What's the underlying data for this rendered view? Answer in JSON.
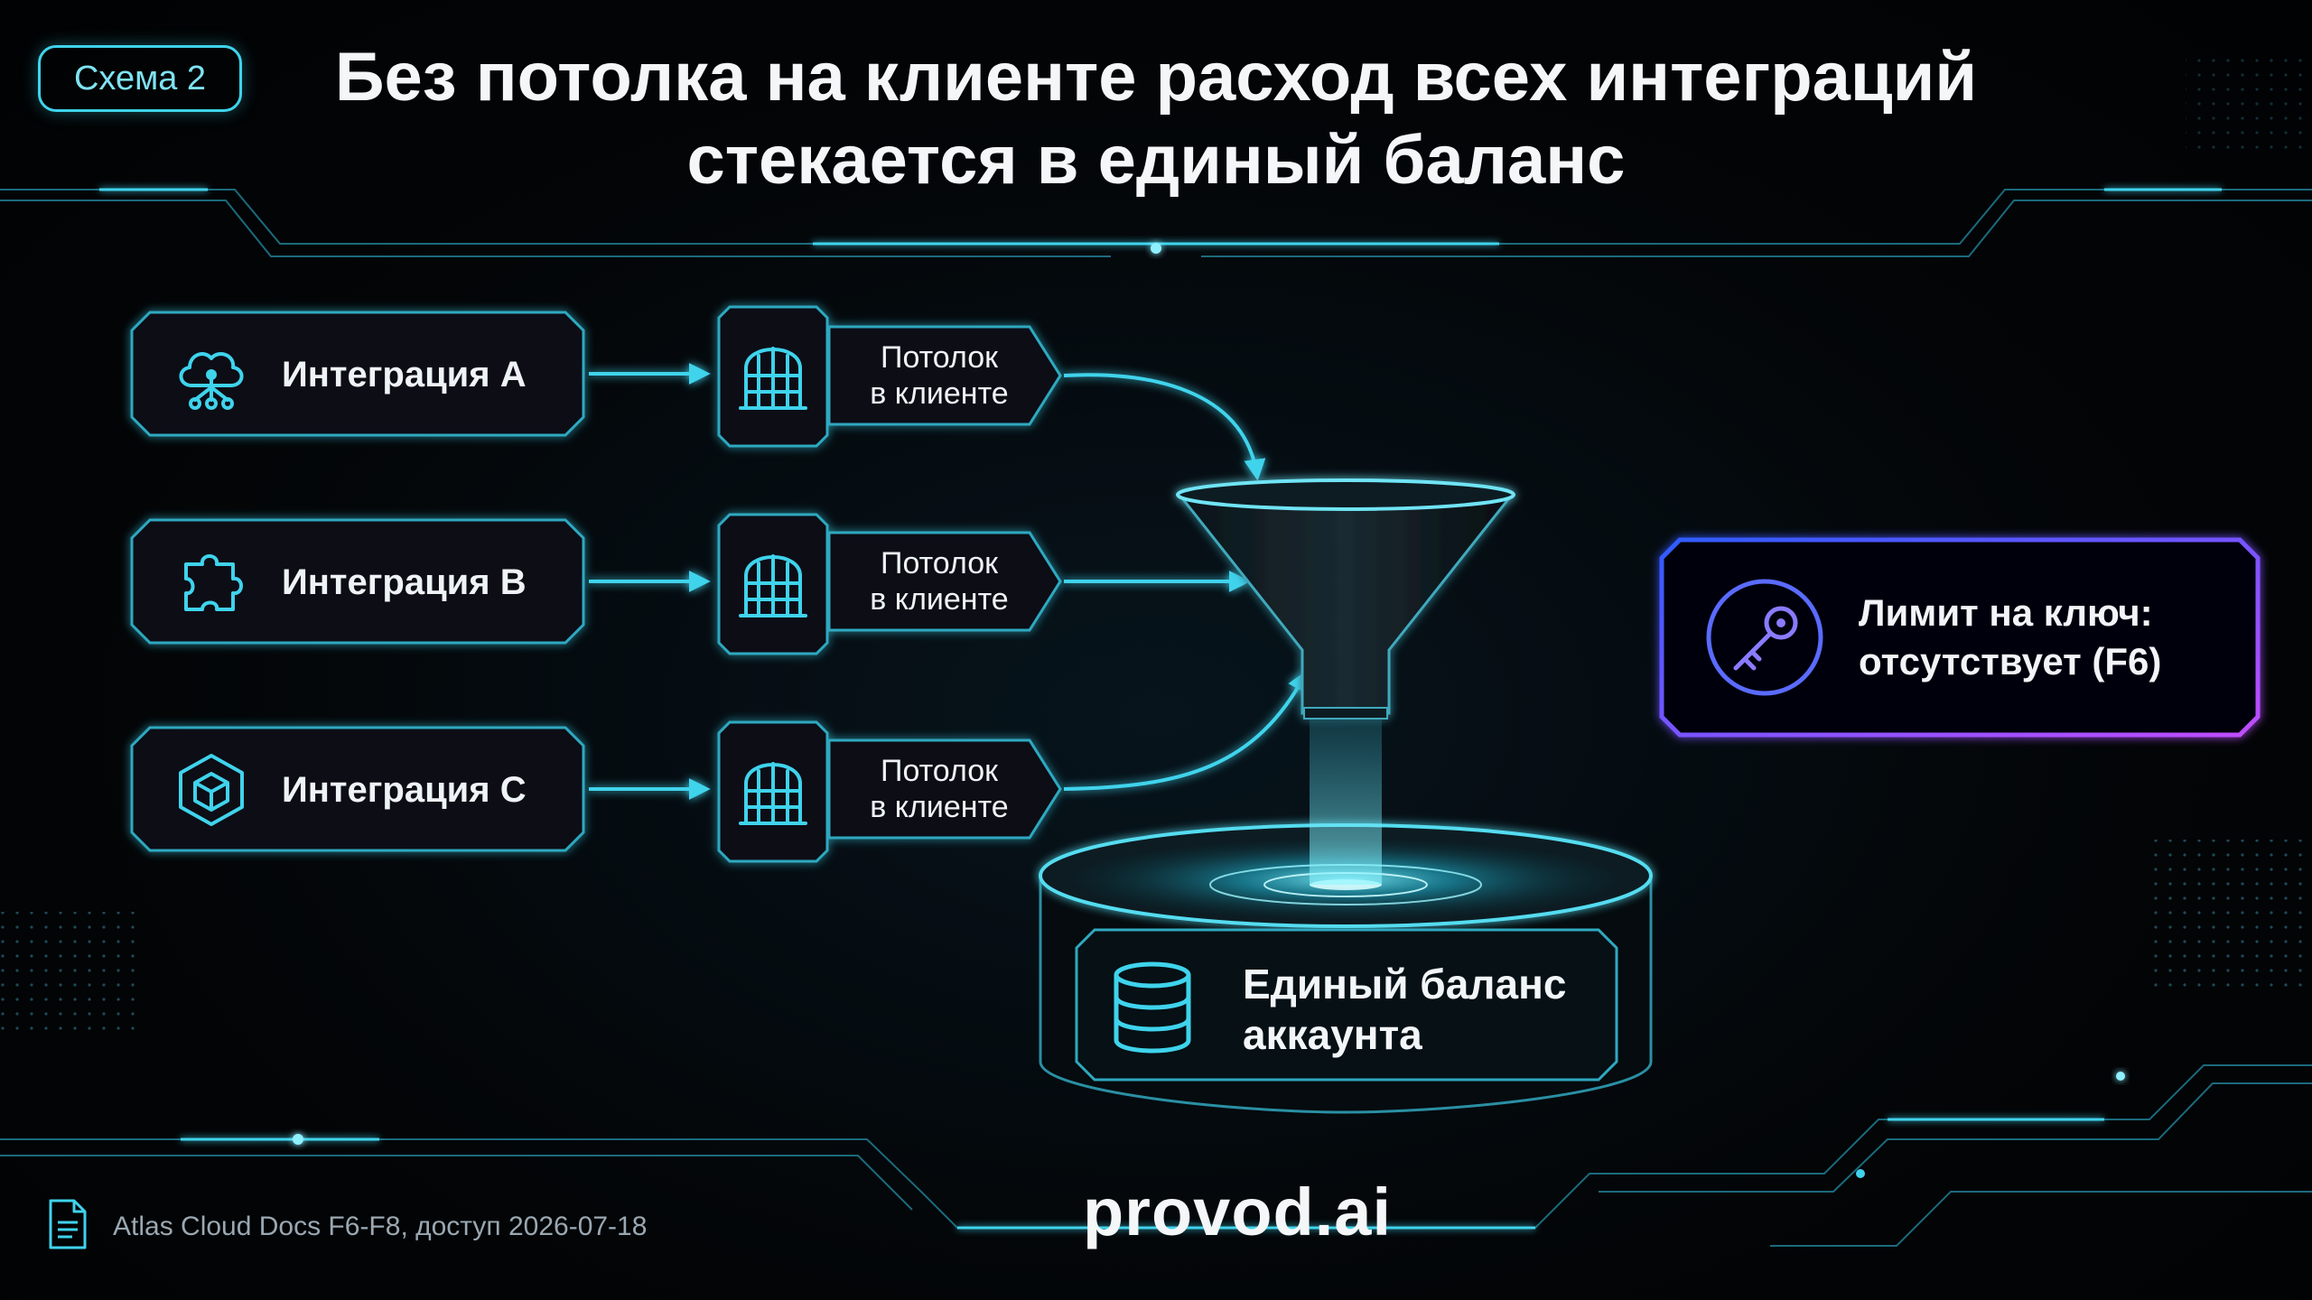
{
  "badge": "Схема 2",
  "title": {
    "line1": "Без потолка на клиенте расход всех интеграций",
    "line2": "стекается в единый баланс"
  },
  "integrations": [
    {
      "label": "Интеграция A",
      "icon": "cloud-network-icon"
    },
    {
      "label": "Интеграция B",
      "icon": "puzzle-piece-icon"
    },
    {
      "label": "Интеграция C",
      "icon": "cube-hexagon-icon"
    }
  ],
  "ceiling": {
    "line1": "Потолок",
    "line2": "в клиенте",
    "icon": "gate-icon"
  },
  "limit": {
    "line1": "Лимит на ключ:",
    "line2": "отсутствует (F6)",
    "icon": "key-icon"
  },
  "balance": {
    "line1": "Единый баланс",
    "line2": "аккаунта",
    "icon": "database-icon"
  },
  "logo": "provod.ai",
  "source": "Atlas Cloud Docs F6-F8, доступ 2026-07-18",
  "colors": {
    "accent": "#3fd3ec",
    "accent_dim": "#1f7f93",
    "purple": "#b04cff",
    "blue": "#2f5bff",
    "background": "#030507"
  }
}
